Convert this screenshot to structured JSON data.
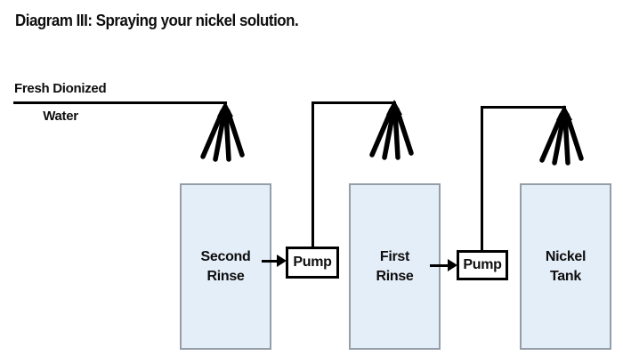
{
  "title": "Diagram III: Spraying your nickel solution.",
  "water_supply": {
    "line1": "Fresh Dionized",
    "line2": "Water"
  },
  "tanks": [
    {
      "label_line1": "Second",
      "label_line2": "Rinse"
    },
    {
      "label_line1": "First",
      "label_line2": "Rinse"
    },
    {
      "label_line1": "Nickel",
      "label_line2": "Tank"
    }
  ],
  "pumps": [
    {
      "label": "Pump"
    },
    {
      "label": "Pump"
    }
  ],
  "icons": {
    "spray_nozzle": "spray-nozzle-icon"
  },
  "colors": {
    "background": "#ffffff",
    "text": "#0e0e0e",
    "line": "#000000",
    "tank_fill": "#e4eef9",
    "tank_border": "#959ea7",
    "pump_fill": "#ffffff",
    "pump_border": "#000000"
  }
}
